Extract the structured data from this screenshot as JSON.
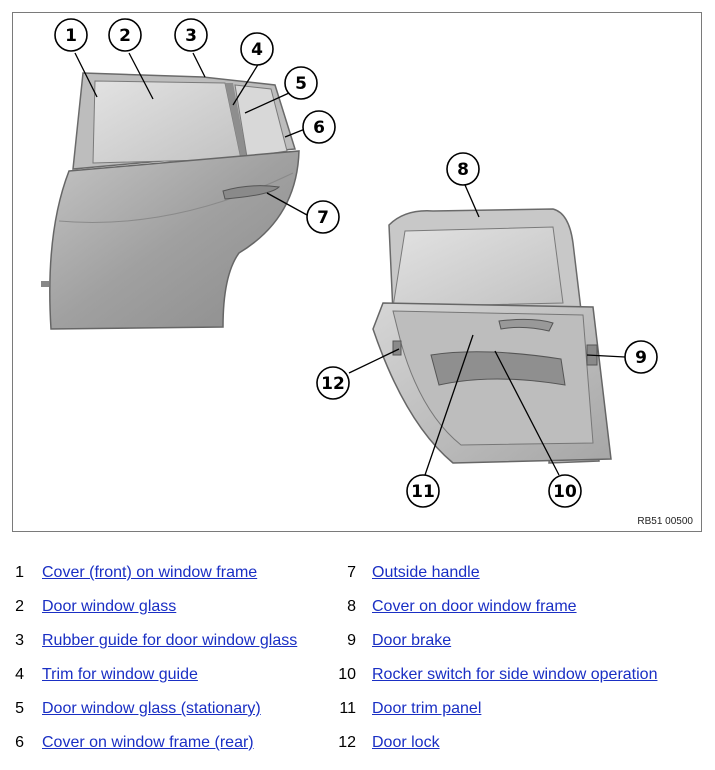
{
  "figure": {
    "code": "RB51 00500",
    "callouts": [
      "1",
      "2",
      "3",
      "4",
      "5",
      "6",
      "7",
      "8",
      "9",
      "10",
      "11",
      "12"
    ]
  },
  "legend": {
    "items": [
      {
        "num": "1",
        "label": "Cover (front) on window frame"
      },
      {
        "num": "2",
        "label": "Door window glass"
      },
      {
        "num": "3",
        "label": "Rubber guide for door window glass"
      },
      {
        "num": "4",
        "label": "Trim for window guide"
      },
      {
        "num": "5",
        "label": "Door window glass (stationary)"
      },
      {
        "num": "6",
        "label": "Cover on window frame (rear)"
      },
      {
        "num": "7",
        "label": "Outside handle"
      },
      {
        "num": "8",
        "label": "Cover on door window frame"
      },
      {
        "num": "9",
        "label": "Door brake"
      },
      {
        "num": "10",
        "label": "Rocker switch for side window operation"
      },
      {
        "num": "11",
        "label": "Door trim panel"
      },
      {
        "num": "12",
        "label": "Door lock"
      }
    ]
  },
  "colors": {
    "link": "#1a2fc4",
    "door_metal": "#a9a9a9",
    "glass": "#d4d4d4",
    "frame_border": "#7a7a7a"
  }
}
